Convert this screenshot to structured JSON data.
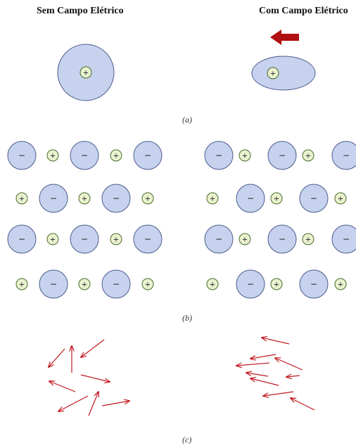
{
  "titles": {
    "left": "Sem Campo Elétrico",
    "right": "Com Campo Elétrico"
  },
  "panels": {
    "a": "(a)",
    "b": "(b)",
    "c": "(c)"
  },
  "symbols": {
    "positive": "+",
    "negative": "−"
  },
  "colors": {
    "electron_cloud_fill": "#c6d2ee",
    "electron_cloud_stroke": "#4c5c8c",
    "nucleus_fill": "#e9f2cf",
    "nucleus_stroke": "#4a6a2a",
    "arrow": "#c0171f",
    "field_arrow": "#b01010"
  },
  "icons": {
    "field_direction": "left-arrow-icon"
  }
}
